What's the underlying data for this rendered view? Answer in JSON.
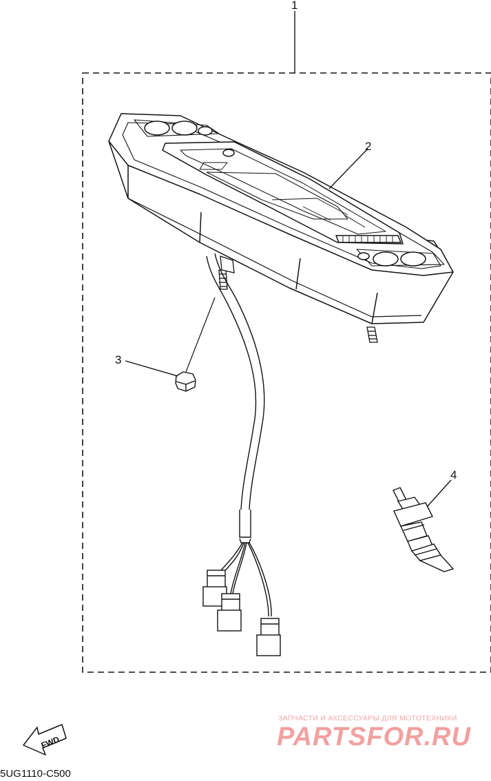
{
  "diagram": {
    "callouts": [
      {
        "id": "1",
        "text": "1"
      },
      {
        "id": "2",
        "text": "2"
      },
      {
        "id": "3",
        "text": "3"
      },
      {
        "id": "4",
        "text": "4"
      }
    ],
    "fwd_label": "FWD",
    "drawing_code": "5UG1110-C500",
    "watermark": {
      "tagline": "ЗАПЧАСТИ И АКСЕССУАРЫ ДЛЯ МОТОТЕХНИКИ",
      "brand": "PARTSFOR.RU",
      "color": "#f2a0a0"
    }
  }
}
